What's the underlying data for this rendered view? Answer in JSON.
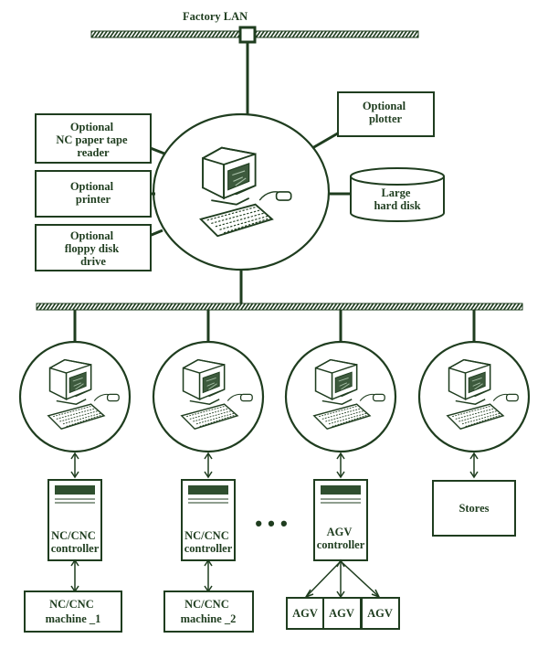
{
  "colors": {
    "ink": "#1f3d1f",
    "background": "#ffffff"
  },
  "factory_lan": {
    "label": "Factory LAN"
  },
  "peripherals": {
    "nc_tape_reader": [
      "Optional",
      "NC paper tape",
      "reader"
    ],
    "printer": [
      "Optional",
      "printer"
    ],
    "floppy": [
      "Optional",
      "floppy disk",
      "drive"
    ],
    "plotter": [
      "Optional",
      "plotter"
    ],
    "hard_disk": [
      "Large",
      "hard disk"
    ]
  },
  "stations": [
    {
      "controller": [
        "NC/CNC",
        "controller"
      ],
      "machine": [
        "NC/CNC",
        "machine _1"
      ]
    },
    {
      "controller": [
        "NC/CNC",
        "controller"
      ],
      "machine": [
        "NC/CNC",
        "machine _2"
      ]
    },
    {
      "controller": [
        "AGV",
        "controller"
      ],
      "agvs": [
        "AGV",
        "AGV",
        "AGV"
      ]
    },
    {
      "stores": "Stores"
    }
  ],
  "ellipsis": "• • •",
  "icons": [
    "computer-icon",
    "keyboard-icon",
    "mouse-icon",
    "disk-cylinder-icon",
    "controller-cabinet-icon"
  ]
}
